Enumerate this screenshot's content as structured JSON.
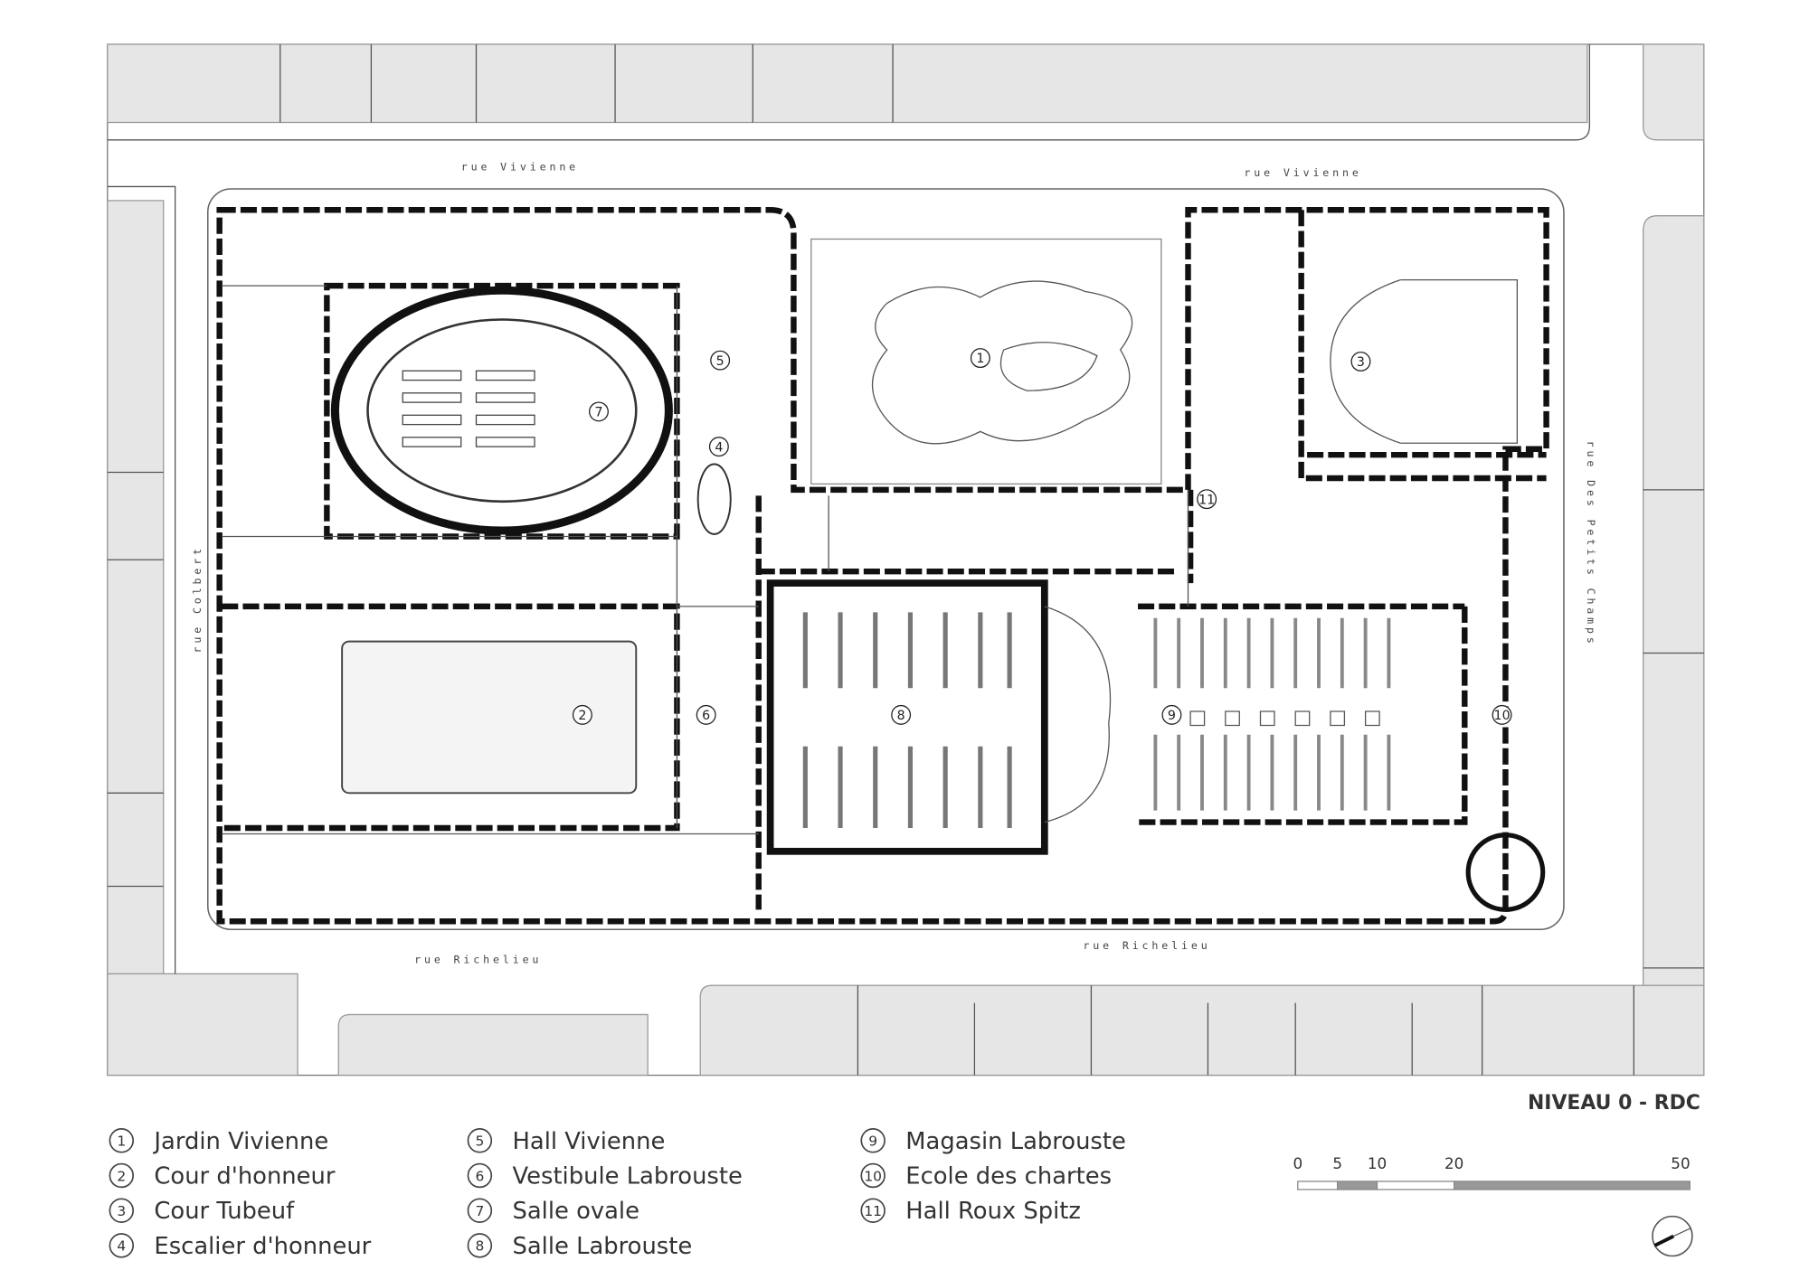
{
  "title": "NIVEAU 0 - RDC",
  "streets": {
    "vivienne_1": "rue Vivienne",
    "vivienne_2": "rue Vivienne",
    "richelieu_1": "rue Richelieu",
    "richelieu_2": "rue Richelieu",
    "colbert": "rue Colbert",
    "petits_champs": "rue Des Petits Champs"
  },
  "legend": [
    {
      "num": "1",
      "label": "Jardin Vivienne"
    },
    {
      "num": "2",
      "label": "Cour d'honneur"
    },
    {
      "num": "3",
      "label": "Cour Tubeuf"
    },
    {
      "num": "4",
      "label": "Escalier d'honneur"
    },
    {
      "num": "5",
      "label": "Hall Vivienne"
    },
    {
      "num": "6",
      "label": "Vestibule Labrouste"
    },
    {
      "num": "7",
      "label": "Salle ovale"
    },
    {
      "num": "8",
      "label": "Salle Labrouste"
    },
    {
      "num": "9",
      "label": "Magasin Labrouste"
    },
    {
      "num": "10",
      "label": "Ecole des chartes"
    },
    {
      "num": "11",
      "label": "Hall Roux Spitz"
    }
  ],
  "scale": {
    "ticks": [
      "0",
      "5",
      "10",
      "20",
      "50"
    ]
  },
  "icons": {
    "north": "north-arrow-icon"
  }
}
